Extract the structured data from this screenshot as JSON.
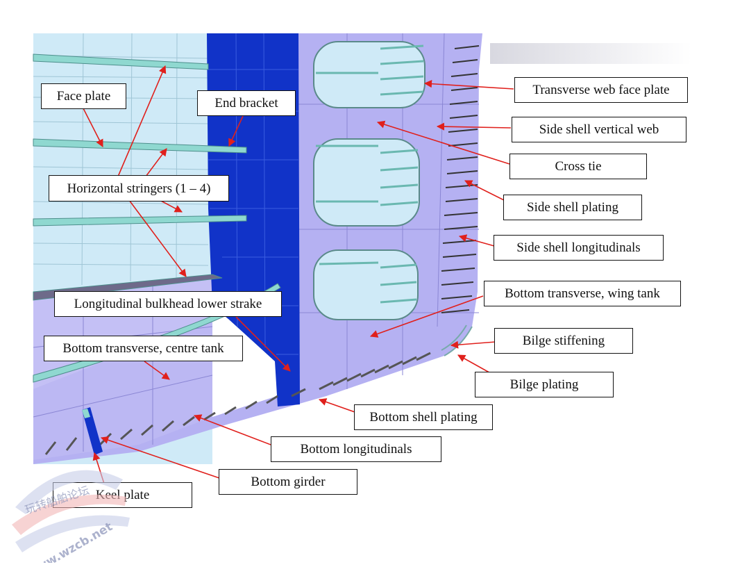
{
  "figure": {
    "labels": {
      "face_plate": "Face plate",
      "end_bracket": "End bracket",
      "transverse_web_face_plate": "Transverse web face plate",
      "side_shell_vertical_web": "Side shell vertical web",
      "cross_tie": "Cross tie",
      "horizontal_stringers": "Horizontal stringers (1 – 4)",
      "side_shell_plating": "Side shell plating",
      "side_shell_longitudinals": "Side shell longitudinals",
      "bottom_transverse_wing_tank": "Bottom transverse, wing tank",
      "longitudinal_bulkhead_lower_strake": "Longitudinal bulkhead lower strake",
      "bottom_transverse_centre_tank": "Bottom transverse, centre tank",
      "bilge_stiffening": "Bilge stiffening",
      "bilge_plating": "Bilge plating",
      "bottom_shell_plating": "Bottom shell plating",
      "bottom_longitudinals": "Bottom longitudinals",
      "bottom_girder": "Bottom girder",
      "keel_plate": "Keel plate"
    },
    "watermark": {
      "text_top": "玩转船舶论坛",
      "text_bottom": "www.wzcb.net"
    },
    "colors": {
      "plating": "#b5b1f2",
      "plating_dark": "#9c98e6",
      "bulkhead_blue": "#1133c8",
      "tank_wall": "#cfeaf7",
      "stiffener": "#8fd8d0",
      "leader_line": "#e0201c"
    }
  }
}
